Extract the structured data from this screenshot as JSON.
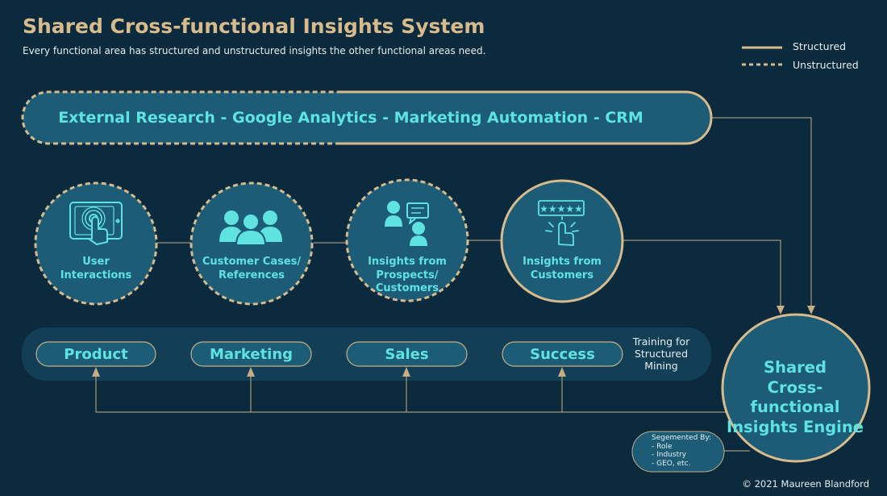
{
  "header": {
    "title": "Shared Cross-functional Insights System",
    "subtitle": "Every functional area has structured and unstructured insights the other functional areas need."
  },
  "legend": {
    "structured": "Structured",
    "unstructured": "Unstructured"
  },
  "banner": {
    "text": "External Research - Google Analytics - Marketing Automation - CRM"
  },
  "circles": [
    {
      "line1": "User",
      "line2": "Interactions",
      "line3": "",
      "icon": "touch-tablet-icon",
      "border": "unstructured"
    },
    {
      "line1": "Customer Cases/",
      "line2": "References",
      "line3": "",
      "icon": "people-group-icon",
      "border": "unstructured"
    },
    {
      "line1": "Insights from",
      "line2": "Prospects/",
      "line3": "Customers",
      "icon": "conversation-icon",
      "border": "unstructured"
    },
    {
      "line1": "Insights from",
      "line2": "Customers",
      "line3": "",
      "icon": "star-rating-icon",
      "border": "structured"
    }
  ],
  "functions": [
    "Product",
    "Marketing",
    "Sales",
    "Success"
  ],
  "training": {
    "line1": "Training for",
    "line2": "Structured",
    "line3": "Mining"
  },
  "engine": {
    "line1": "Shared",
    "line2": "Cross-functional",
    "line3": "Insights Engine"
  },
  "segment": {
    "heading": "Segemented By:",
    "items": [
      "- Role",
      "- Industry",
      "- GEO, etc."
    ]
  },
  "copyright": "© 2021 Maureen Blandford",
  "colors": {
    "background": "#0b2a3d",
    "gold": "#d8bb8c",
    "cyan": "#5ee3e0",
    "shape_fill": "#1d5c76",
    "band_fill": "#123f55",
    "text_light": "#e6eef2"
  }
}
